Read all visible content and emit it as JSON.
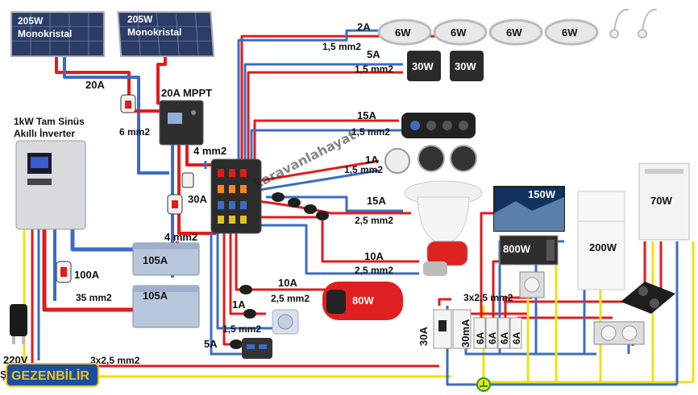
{
  "panels": {
    "panel1": "205W\nMonokristal",
    "panel2": "205W\nMonokristal"
  },
  "inverter": {
    "line1": "1kW Tam Sinüs",
    "line2": "Akıllı İnverter"
  },
  "mppt": "20A MPPT",
  "labels": {
    "panel_current": "20A",
    "panel_wire": "6 mm2",
    "mppt_wire": "4 mm2",
    "fuse_30a": "30A",
    "batt_wire": "4 mm2",
    "inv_fuse": "100A",
    "inv_wire": "35 mm2",
    "plug_label": "220V",
    "plug_label2": "Şe",
    "ac_wire": "3x2,5 mm2",
    "breaker_30a": "30A",
    "ac_branch_wire": "3x2,5 mm2"
  },
  "batteries": [
    "105A",
    "105A"
  ],
  "lights": {
    "current": "2A",
    "wire": "1,5 mm2",
    "spots": [
      "6W",
      "6W",
      "6W",
      "6W"
    ]
  },
  "floods": {
    "current": "5A",
    "wire": "1,5 mm2",
    "items": [
      "30W",
      "30W"
    ]
  },
  "usb_panel": {
    "current": "15A",
    "wire": "1,5 mm2"
  },
  "gauges": {
    "current": "1A",
    "wire": "1,5 mm2"
  },
  "toilet": {
    "current": "15A",
    "wire": "2,5 mm2"
  },
  "pump": {
    "current": "10A",
    "wire": "2,5 mm2"
  },
  "heater": {
    "current": "10A",
    "wire": "2,5 mm2",
    "power": "80W"
  },
  "fan": {
    "current": "1A",
    "wire": "1,5 mm2"
  },
  "usb_socket": {
    "current": "5A"
  },
  "ac_loads": {
    "tv": "150W",
    "microwave": "800W",
    "fridge": "200W",
    "boiler": "70W"
  },
  "breakers": {
    "rcd": "30mA",
    "mcb": [
      "6A",
      "6A",
      "6A",
      "6A"
    ]
  },
  "watermark": "karavanlahayat",
  "logo": "GEZENBİLİR"
}
